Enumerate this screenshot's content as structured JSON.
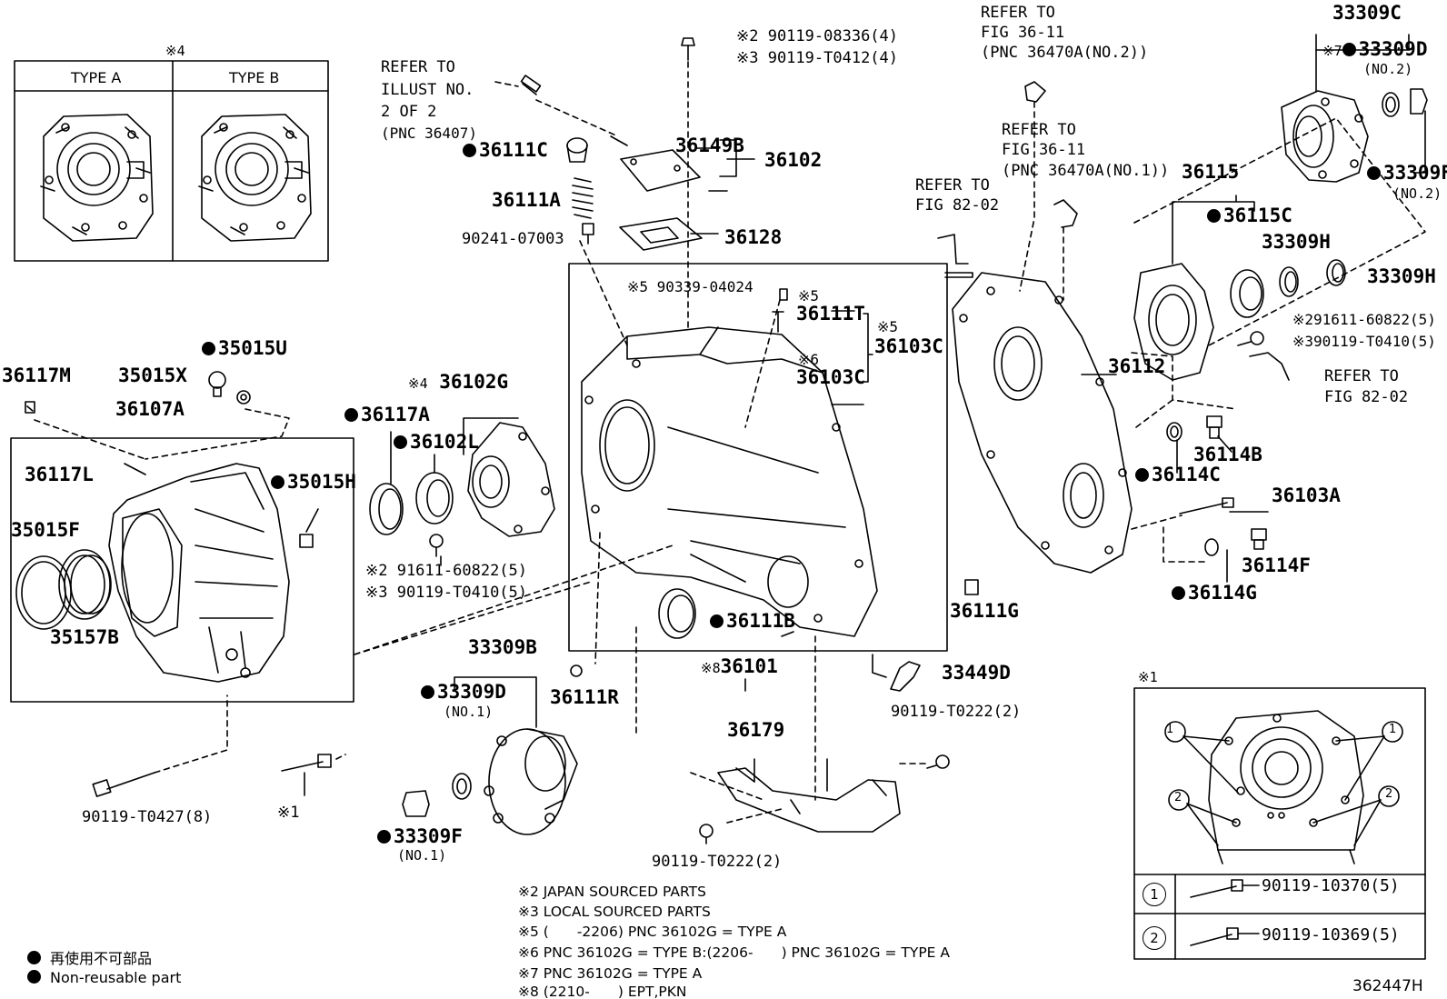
{
  "diagram_id": "362447H",
  "inset_type": {
    "mark": "※4",
    "type_a": "TYPE A",
    "type_b": "TYPE B"
  },
  "inset_bolts": {
    "mark": "※1",
    "bolt_1": "90119-10370(5)",
    "bolt_2": "90119-10369(5)",
    "num1": "1",
    "num2": "2"
  },
  "legend": {
    "nonreusable_jp": "再使用不可部品",
    "nonreusable_en": "Non-reusable part"
  },
  "notes": [
    "※2 JAPAN SOURCED PARTS",
    "※3 LOCAL SOURCED PARTS",
    "※5 (　　-2206) PNC 36102G = TYPE A",
    "※6 PNC 36102G = TYPE B:(2206-　　) PNC 36102G = TYPE A",
    "※7 PNC 36102G = TYPE A",
    "※8 (2210-　　) EPT,PKN"
  ],
  "labels": {
    "refer_illust": "REFER TO",
    "refer_illust2": "ILLUST NO.",
    "refer_illust3": "2 OF 2",
    "refer_illust4": "(PNC 36407)",
    "p_90119_08336": "※2 90119-08336(4)",
    "p_90119_T0412": "※3 90119-T0412(4)",
    "p_36111C": "36111C",
    "p_36149B": "36149B",
    "p_36102": "36102",
    "p_36111A": "36111A",
    "p_90241_07003": "90241-07003",
    "p_36128": "36128",
    "refer_3611_a": "REFER TO",
    "refer_3611_b": "FIG 36-11",
    "refer_3611_c": "(PNC 36470A(NO.2))",
    "refer_3611n1_a": "REFER TO",
    "refer_3611n1_b": "FIG 36-11",
    "refer_3611n1_c": "(PNC 36470A(NO.1))",
    "refer_8202_a": "REFER TO",
    "refer_8202_b": "FIG 82-02",
    "refer_8202r_a": "REFER TO",
    "refer_8202r_b": "FIG 82-02",
    "p_33309C": "33309C",
    "p_33309D_top": "33309D",
    "p_33309D_top_mark": "※7",
    "p_no2_a": "(NO.2)",
    "p_33309F_top": "33309F",
    "p_no2_b": "(NO.2)",
    "p_36115": "36115",
    "p_36115C": "36115C",
    "p_33309H_a": "33309H",
    "p_33309H_b": "33309H",
    "p_91611_60822_r": "※291611-60822(5)",
    "p_90119_T0410_r": "※390119-T0410(5)",
    "p_90339_04024": "※5 90339-04024",
    "p_mark5_a": "※5",
    "p_36111T": "36111T",
    "p_mark5_b": "※5",
    "p_36103C_a": "36103C",
    "p_mark6": "※6",
    "p_36103C_b": "36103C",
    "p_36112": "36112",
    "p_36114B": "36114B",
    "p_36114C": "36114C",
    "p_36103A": "36103A",
    "p_36114F": "36114F",
    "p_36114G": "36114G",
    "p_36111G": "36111G",
    "p_36117M": "36117M",
    "p_35015X": "35015X",
    "p_35015U": "35015U",
    "p_36107A": "36107A",
    "p_36117A": "36117A",
    "p_36102G": "36102G",
    "p_36102G_mark": "※4",
    "p_36102L": "36102L",
    "p_36117L": "36117L",
    "p_35015H": "35015H",
    "p_35015F": "35015F",
    "p_35157B": "35157B",
    "p_91611_60822_c": "※2 91611-60822(5)",
    "p_90119_T0410_c": "※3 90119-T0410(5)",
    "p_36111B": "36111B",
    "p_36101": "36101",
    "p_36101_mark": "※8",
    "p_33449D": "33449D",
    "p_33309B": "33309B",
    "p_33309D_bot": "33309D",
    "p_no1_a": "(NO.1)",
    "p_36111R": "36111R",
    "p_36179": "36179",
    "p_90119_T0222_a": "90119-T0222(2)",
    "p_90119_T0222_b": "90119-T0222(2)",
    "p_90119_T0427": "90119-T0427(8)",
    "p_mark1": "※1",
    "p_33309F_bot": "33309F",
    "p_no1_b": "(NO.1)"
  }
}
